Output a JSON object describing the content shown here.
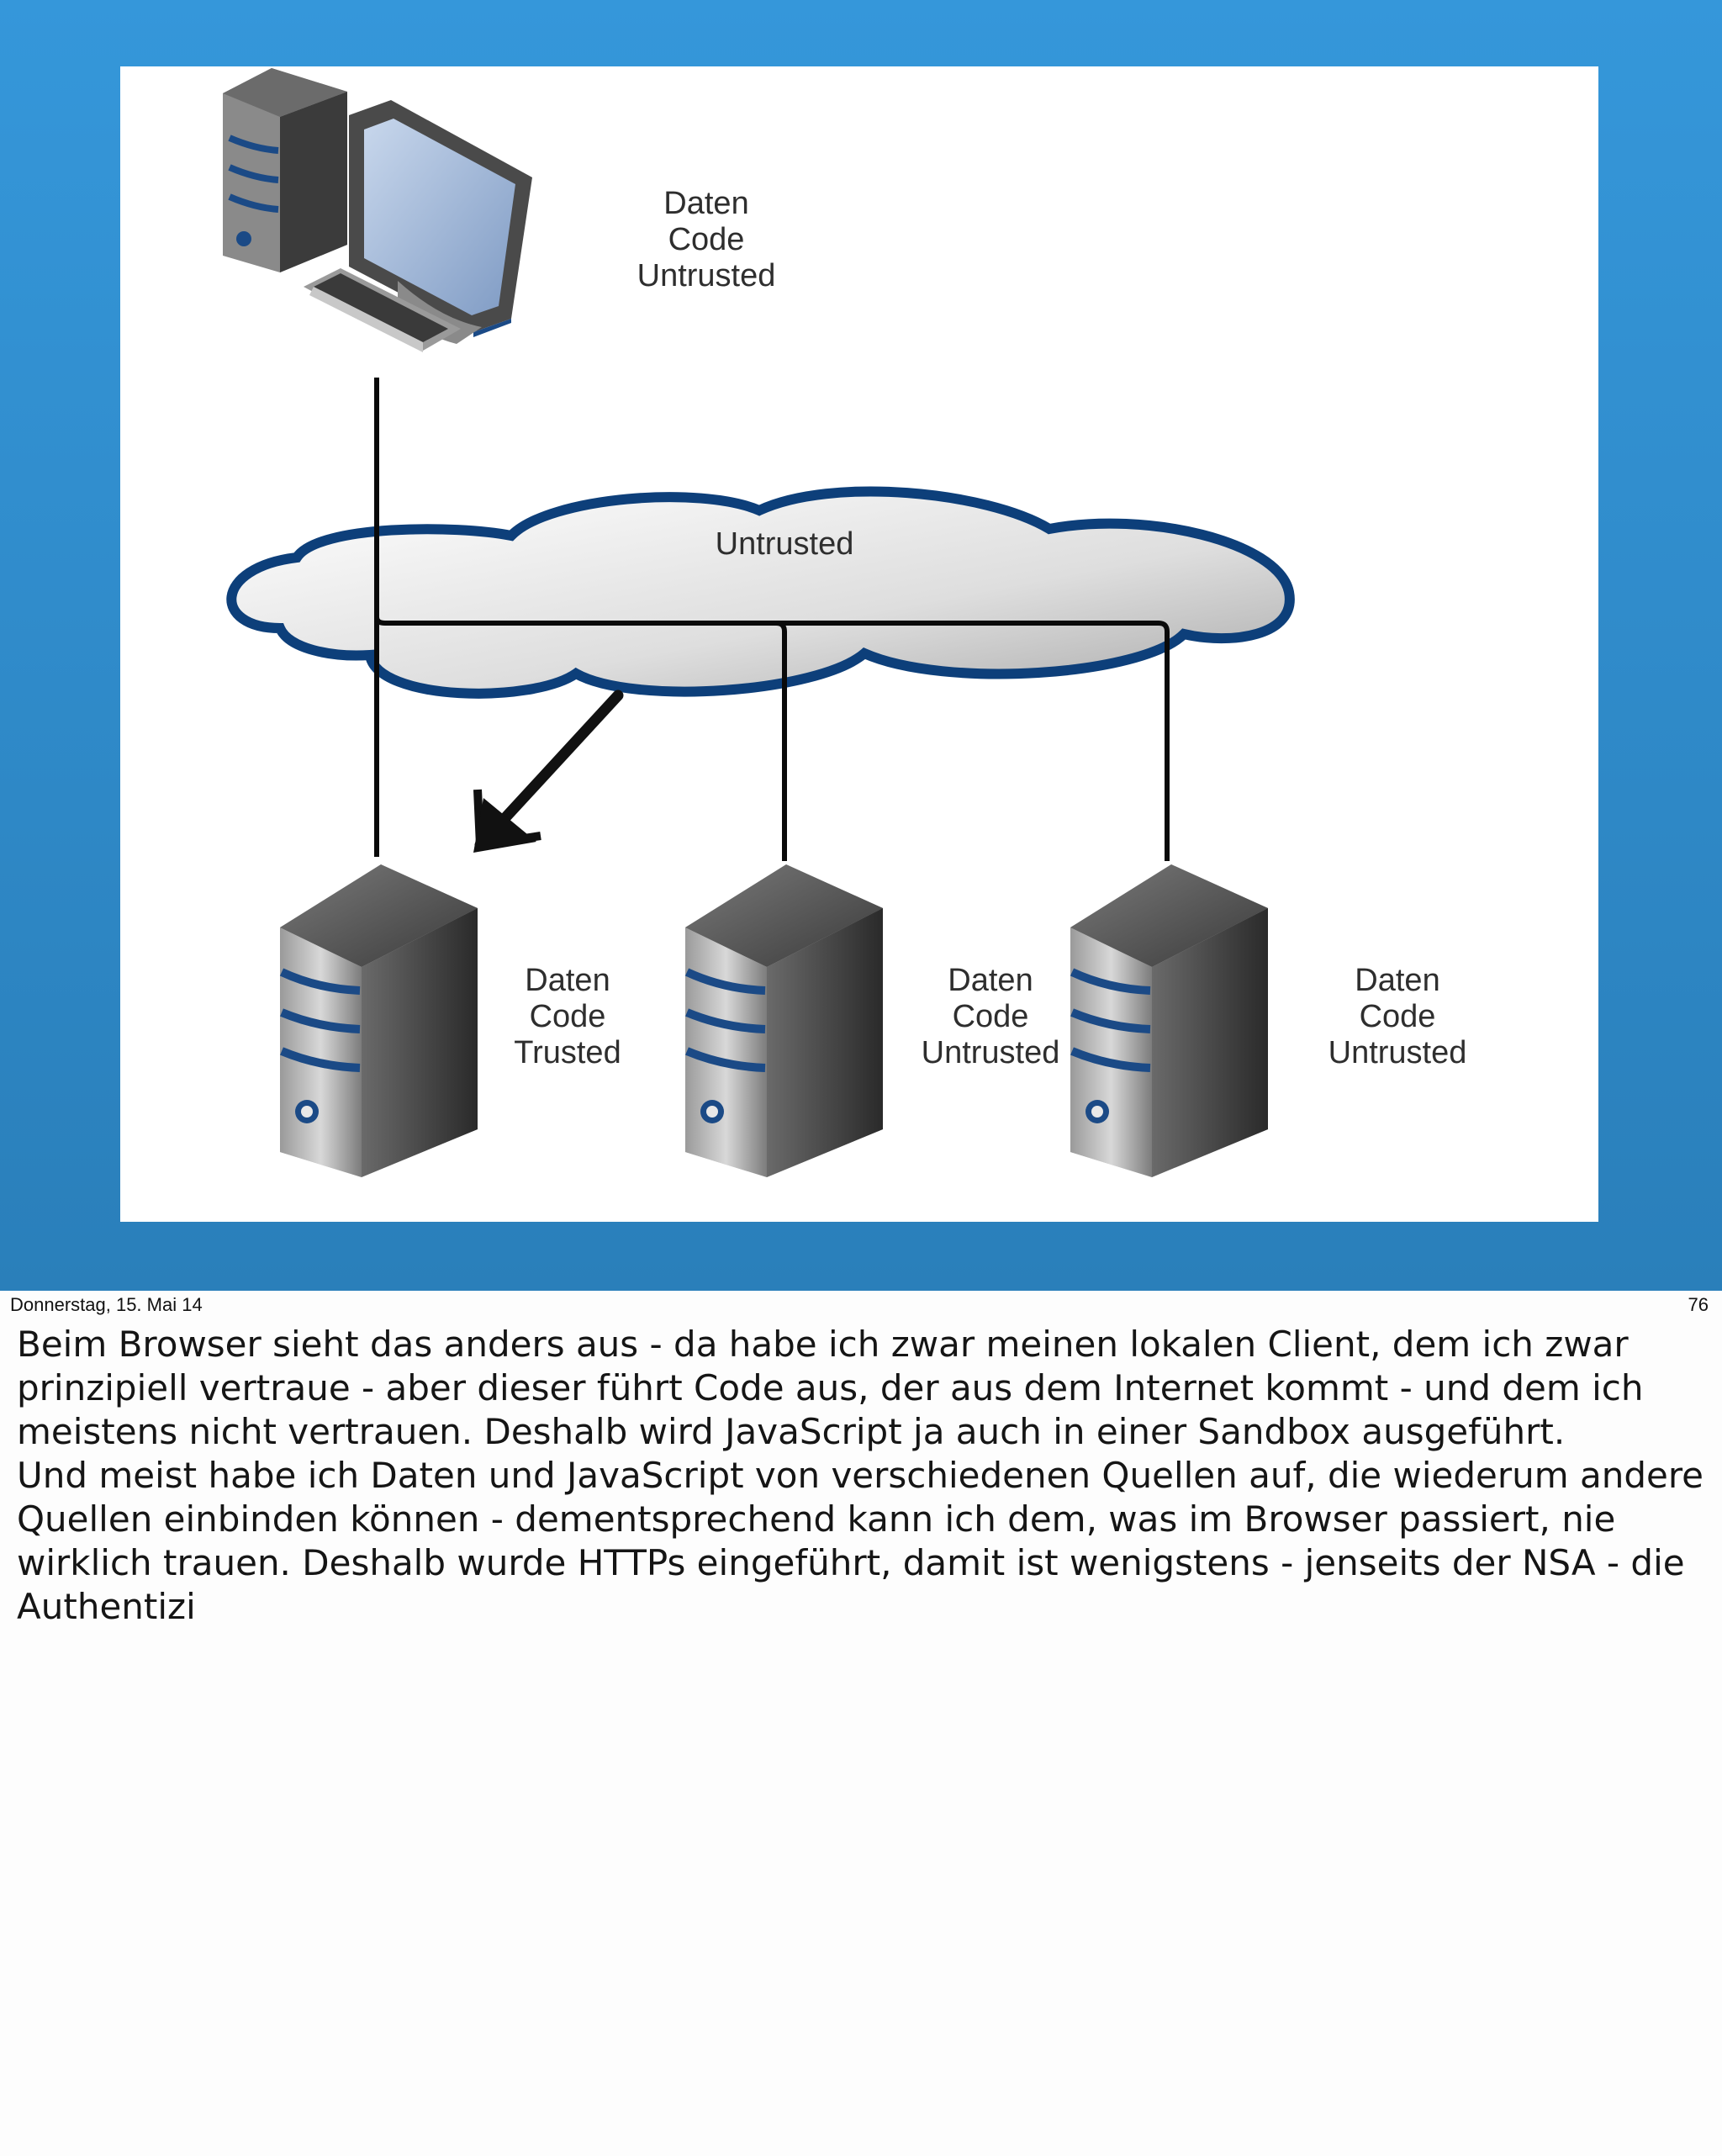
{
  "diagram": {
    "client_label": [
      "Daten",
      "Code",
      "Untrusted"
    ],
    "cloud_label": "Untrusted",
    "servers": [
      {
        "lines": [
          "Daten",
          "Code",
          "Trusted"
        ]
      },
      {
        "lines": [
          "Daten",
          "Code",
          "Untrusted"
        ]
      },
      {
        "lines": [
          "Daten",
          "Code",
          "Untrusted"
        ]
      }
    ]
  },
  "footer": {
    "date": "Donnerstag, 15. Mai 14",
    "page": "76"
  },
  "notes": [
    "Beim Browser sieht das anders aus - da habe ich zwar meinen lokalen Client, dem ich zwar prinzipiell vertraue - aber dieser führt Code aus, der aus dem Internet kommt - und dem ich meistens nicht vertrauen. Deshalb wird JavaScript ja auch in einer Sandbox ausgeführt.",
    "Und meist habe ich Daten und JavaScript von verschiedenen Quellen auf, die wiederum andere Quellen einbinden können - dementsprechend kann ich dem, was im Browser passiert, nie wirklich trauen. Deshalb wurde HTTPs eingeführt, damit ist wenigstens - jenseits der NSA - die Authentizi"
  ],
  "colors": {
    "slide_background": "#2f8fd2",
    "cloud_outline": "#0d3f7a",
    "server_stripe": "#1b4a86"
  }
}
